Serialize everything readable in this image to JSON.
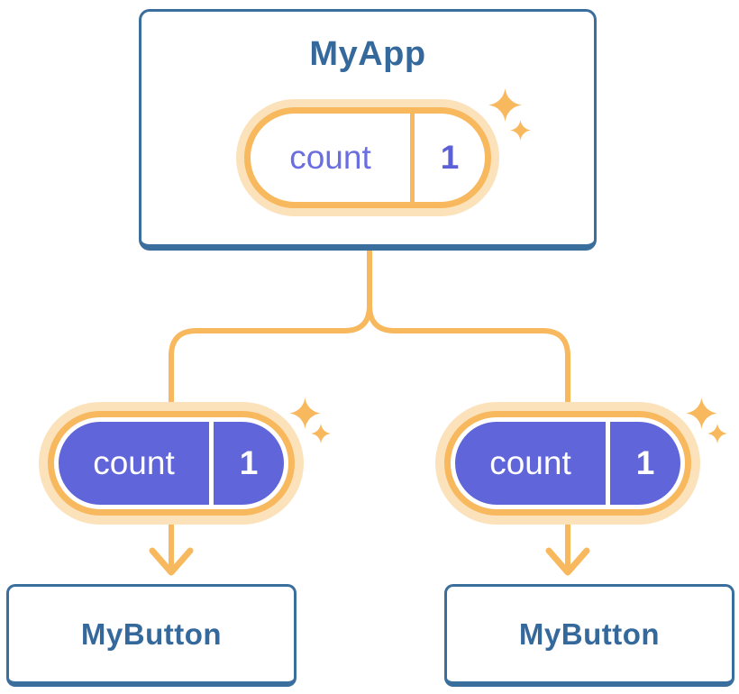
{
  "diagram": {
    "root": {
      "title": "MyApp",
      "state": {
        "name": "count",
        "value": "1"
      }
    },
    "children": [
      {
        "title": "MyButton",
        "prop": {
          "name": "count",
          "value": "1"
        }
      },
      {
        "title": "MyButton",
        "prop": {
          "name": "count",
          "value": "1"
        }
      }
    ]
  },
  "colors": {
    "node_border_blue": "#3A6E9C",
    "node_text_blue": "#35699C",
    "accent_orange": "#F7B85E",
    "pale_orange_halo": "#FBE2BA",
    "state_purple_fill": "#6066D9",
    "state_purple_text": "#6A6EE0",
    "pill_text_white": "#FFFFFF",
    "background": "#FFFFFF"
  }
}
